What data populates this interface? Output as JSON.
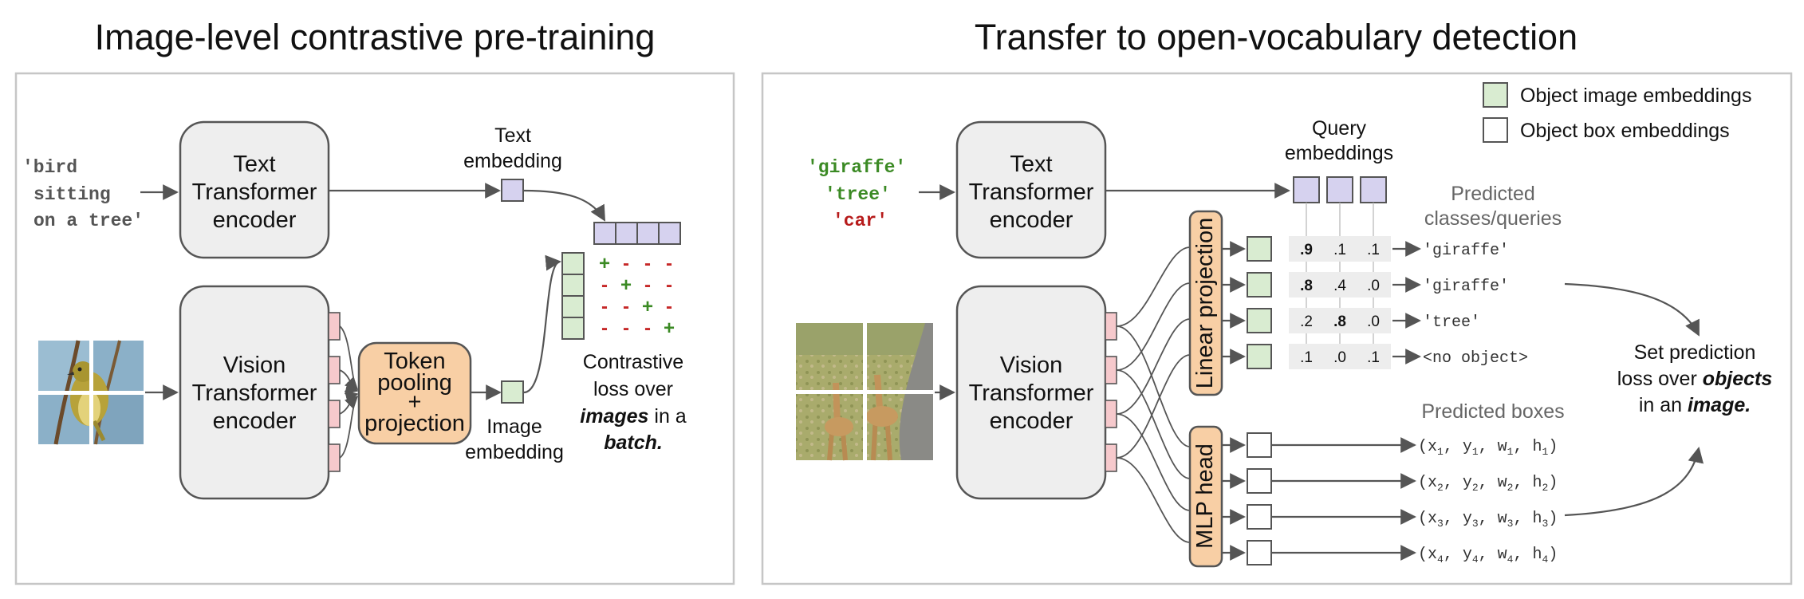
{
  "left": {
    "title": "Image-level contrastive pre-training",
    "input_text": [
      "'bird",
      "sitting",
      "on a tree'"
    ],
    "text_encoder": [
      "Text",
      "Transformer",
      "encoder"
    ],
    "vision_encoder": [
      "Vision",
      "Transformer",
      "encoder"
    ],
    "pooling": [
      "Token",
      "pooling",
      "+",
      "projection"
    ],
    "text_embedding": [
      "Text",
      "embedding"
    ],
    "image_embedding": [
      "Image",
      "embedding"
    ],
    "loss": {
      "line1": "Contrastive",
      "line2": "loss over",
      "line3_em": "images",
      "line3_rest": " in a",
      "line4_em": "batch."
    },
    "contrast_matrix": [
      [
        "+",
        "-",
        "-",
        "-"
      ],
      [
        "-",
        "+",
        "-",
        "-"
      ],
      [
        "-",
        "-",
        "+",
        "-"
      ],
      [
        "-",
        "-",
        "-",
        "+"
      ]
    ]
  },
  "right": {
    "title": "Transfer to open-vocabulary detection",
    "queries": [
      {
        "text": "'giraffe'",
        "color": "#3b8a24"
      },
      {
        "text": "'tree'",
        "color": "#3b8a24"
      },
      {
        "text": "'car'",
        "color": "#b71c1c"
      }
    ],
    "text_encoder": [
      "Text",
      "Transformer",
      "encoder"
    ],
    "vision_encoder": [
      "Vision",
      "Transformer",
      "encoder"
    ],
    "query_embeddings": [
      "Query",
      "embeddings"
    ],
    "predicted_classes": [
      "Predicted",
      "classes/queries"
    ],
    "predicted_boxes": "Predicted boxes",
    "linear_projection": "Linear projection",
    "mlp_head": "MLP head",
    "legend": {
      "image_emb": "Object image embeddings",
      "box_emb": "Object box embeddings",
      "image_color": "#d9ecd1",
      "box_color": "#ffffff"
    },
    "scores": [
      {
        "values": [
          ".9",
          ".1",
          ".1"
        ],
        "bold": 0,
        "label": "'giraffe'"
      },
      {
        "values": [
          ".8",
          ".4",
          ".0"
        ],
        "bold": 0,
        "label": "'giraffe'"
      },
      {
        "values": [
          ".2",
          ".8",
          ".0"
        ],
        "bold": 1,
        "label": "'tree'"
      },
      {
        "values": [
          ".1",
          ".0",
          ".1"
        ],
        "bold": -1,
        "label": "<no object>"
      }
    ],
    "boxes": [
      {
        "pre": "(x",
        "idx": "1"
      },
      {
        "pre": "(x",
        "idx": "2"
      },
      {
        "pre": "(x",
        "idx": "3"
      },
      {
        "pre": "(x",
        "idx": "4"
      }
    ],
    "set_loss": {
      "line1": "Set prediction",
      "line2_pre": "loss over ",
      "line2_em": "objects",
      "line3_pre": "in an ",
      "line3_em": "image."
    }
  },
  "colors": {
    "token": "#f6c9cc",
    "image_embedding": "#d9ecd1",
    "text_embedding": "#d6d2ef",
    "pooling": "#f8cfa5",
    "positive": "#3b8a24",
    "negative": "#c62828"
  }
}
